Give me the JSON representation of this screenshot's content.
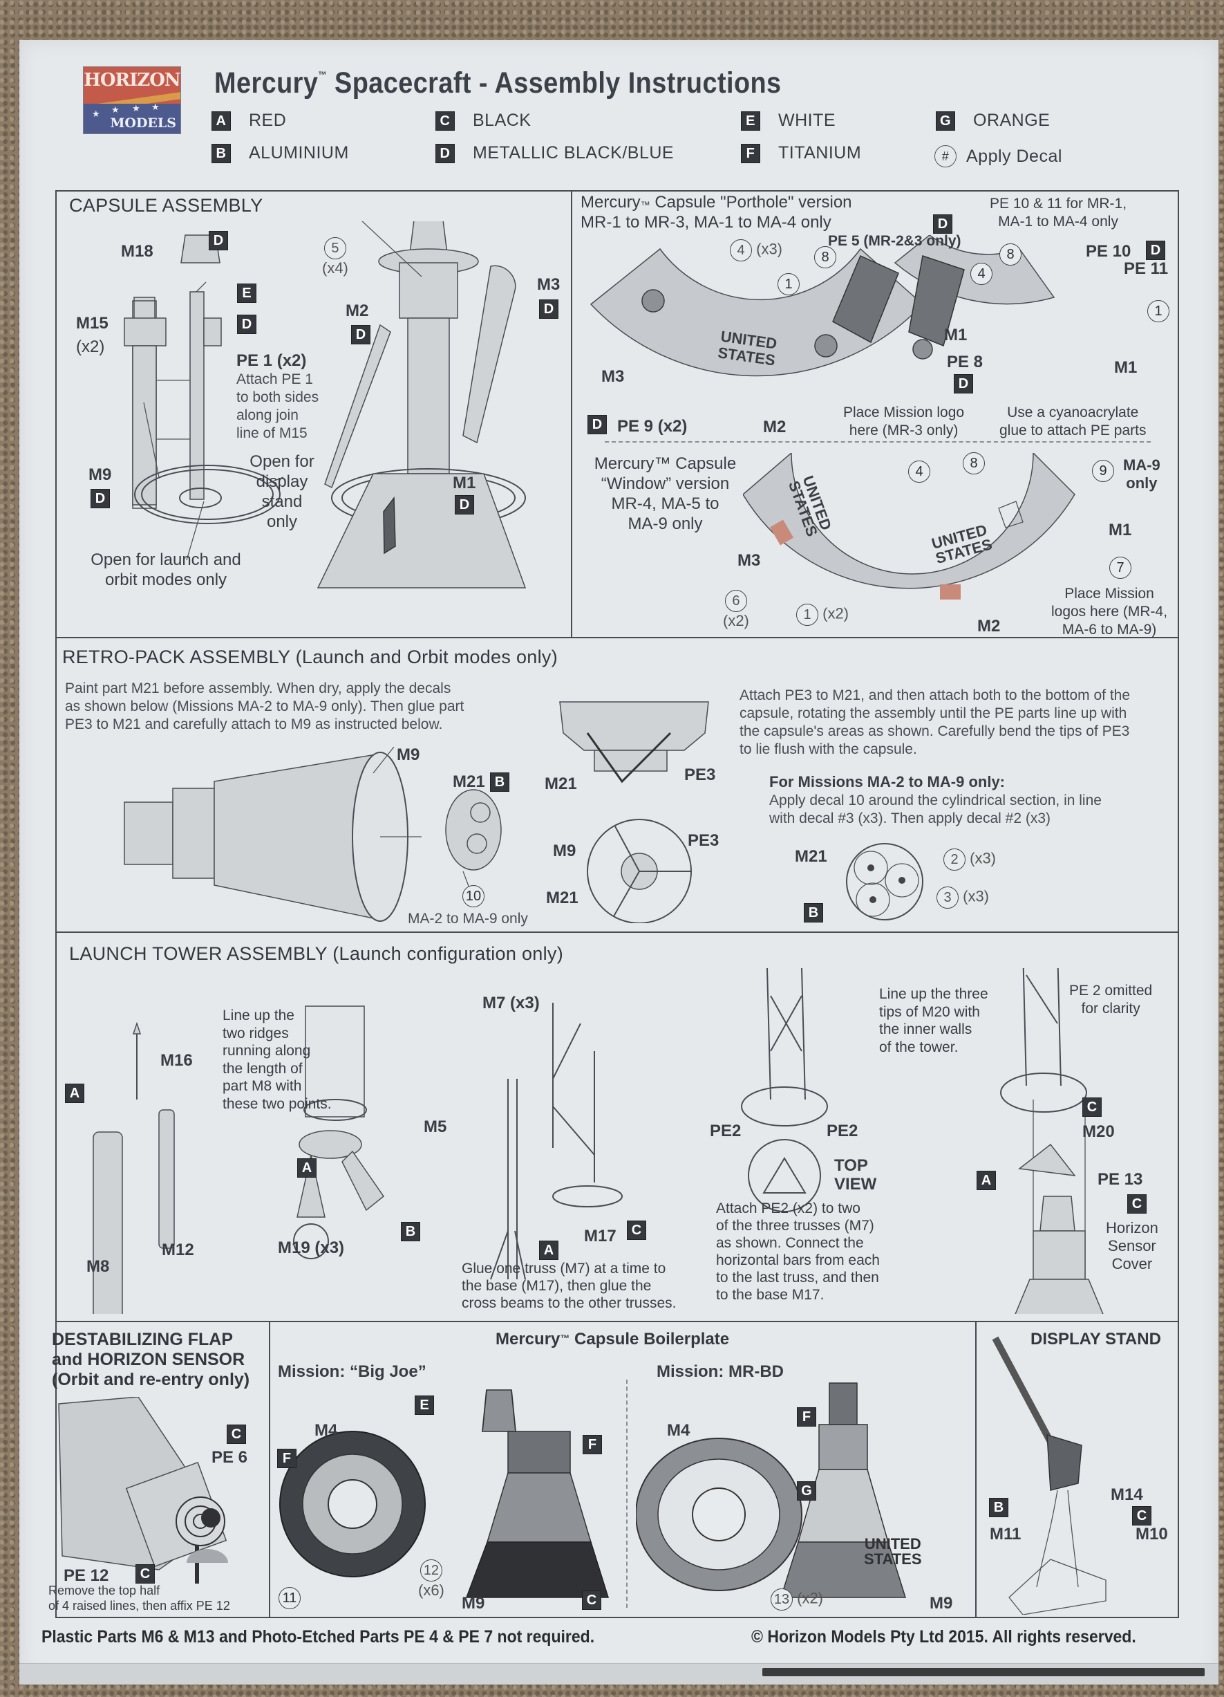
{
  "header": {
    "logo_top": "HORIZON",
    "logo_bottom": "MODELS",
    "title": "Mercury",
    "title_tm": "™",
    "title_rest": " Spacecraft - Assembly Instructions"
  },
  "legend": [
    {
      "key": "A",
      "label": "RED"
    },
    {
      "key": "B",
      "label": "ALUMINIUM"
    },
    {
      "key": "C",
      "label": "BLACK"
    },
    {
      "key": "D",
      "label": "METALLIC BLACK/BLUE"
    },
    {
      "key": "E",
      "label": "WHITE"
    },
    {
      "key": "F",
      "label": "TITANIUM"
    },
    {
      "key": "G",
      "label": "ORANGE"
    },
    {
      "key": "#",
      "label": "Apply Decal"
    }
  ],
  "capsule_assembly": {
    "heading": "CAPSULE ASSEMBLY",
    "m18": "M18",
    "m18_key": "D",
    "m15": "M15",
    "m15_qty": "(x2)",
    "key_e": "E",
    "key_d": "D",
    "pe1": "PE 1 (x2)",
    "pe1_note": [
      "Attach PE 1",
      "to both sides",
      "along join",
      "line of M15"
    ],
    "decal5": "5",
    "decal5_qty": "(x4)",
    "m2": "M2",
    "m2_key": "D",
    "m3": "M3",
    "m3_key": "D",
    "m9": "M9",
    "m9_key": "D",
    "m1": "M1",
    "m1_key": "D",
    "display_note": [
      "Open for",
      "display",
      "stand",
      "only"
    ],
    "launch_note": [
      "Open for launch and",
      "orbit modes only"
    ]
  },
  "porthole": {
    "heading_a": "Mercury",
    "heading_tm": "™",
    "heading_b": "  Capsule \"Porthole\" version",
    "heading_line2": "MR-1 to MR-3, MA-1 to MA-4 only",
    "key": "D",
    "decal4": "4",
    "decal4_qty": "(x3)",
    "decal8": "8",
    "pe5": "PE 5 (MR-2&3 only)",
    "decal1": "1",
    "us_text_1": "UNITED",
    "us_text_2": "STATES",
    "m1": "M1",
    "m3": "M3",
    "m2": "M2",
    "pe8": "PE 8",
    "pe8_key": "D",
    "pe9_key": "D",
    "pe9": "PE 9 (x2)",
    "logo_note": [
      "Place Mission logo",
      "here (MR-3 only)"
    ],
    "side_heading": [
      "PE 10 & 11 for MR-1,",
      "MA-1 to MA-4 only"
    ],
    "side_decal8": "8",
    "side_decal4": "4",
    "side_decal1": "1",
    "pe10": "PE 10",
    "pe10_key": "D",
    "pe11": "PE 11",
    "side_m1": "M1",
    "glue_note": [
      "Use a cyanoacrylate",
      "glue to attach PE parts"
    ]
  },
  "window": {
    "heading": [
      "Mercury™ Capsule",
      "“Window” version",
      "MR-4, MA-5 to",
      "MA-9 only"
    ],
    "decal4": "4",
    "decal8": "8",
    "decal9": "9",
    "decal9_note": [
      "MA-9",
      "only"
    ],
    "m1": "M1",
    "m3": "M3",
    "m2": "M2",
    "decal6": "6",
    "decal6_qty": "(x2)",
    "decal1": "1",
    "decal1_qty": "(x2)",
    "decal7": "7",
    "us_text_1": "UNITED",
    "us_text_2": "STATES",
    "logo_note": [
      "Place Mission",
      "logos here (MR-4,",
      "MA-6 to MA-9)"
    ]
  },
  "retro_pack": {
    "heading": "RETRO-PACK ASSEMBLY (Launch and Orbit modes only)",
    "intro": [
      "Paint part M21 before assembly. When dry, apply the decals",
      "as shown below (Missions MA-2 to MA-9 only). Then glue part",
      "PE3 to M21 and carefully attach to M9 as instructed below."
    ],
    "m9": "M9",
    "m21": "M21",
    "m21_key": "B",
    "decal10": "10",
    "decal10_note": "MA-2 to MA-9 only",
    "side_m21": "M21",
    "side_pe3": "PE3",
    "top_m9": "M9",
    "top_pe3": "PE3",
    "top_m21": "M21",
    "attach_note": [
      "Attach PE3 to M21, and then attach both to the bottom of the",
      "capsule, rotating the assembly until the PE parts line up with",
      "the capsule's areas as shown. Carefully bend the tips of PE3",
      "to lie flush with the capsule."
    ],
    "missions_heading": "For Missions MA-2 to MA-9 only:",
    "missions_note": [
      "Apply decal 10 around the cylindrical section, in line",
      "with decal #3 (x3). Then apply decal #2 (x3)"
    ],
    "bottom_m21": "M21",
    "bottom_key": "B",
    "decal2": "2",
    "decal2_qty": "(x3)",
    "decal3": "3",
    "decal3_qty": "(x3)"
  },
  "launch_tower": {
    "heading": "LAUNCH TOWER ASSEMBLY (Launch configuration only)",
    "m16": "M16",
    "key_a1": "A",
    "m8": "M8",
    "m12": "M12",
    "ridges_note": [
      "Line up the",
      "two ridges",
      "running along",
      "the length of",
      "part M8 with",
      "these two points."
    ],
    "m5": "M5",
    "key_a2": "A",
    "key_b": "B",
    "m19": "M19 (x3)",
    "m7": "M7 (x3)",
    "key_a3": "A",
    "m17": "M17",
    "m17_key": "C",
    "truss_note": [
      "Glue one truss (M7) at a time to",
      "the base (M17), then glue the",
      "cross beams to the other trusses."
    ],
    "pe2_left": "PE2",
    "pe2_right": "PE2",
    "top_view": [
      "TOP",
      "VIEW"
    ],
    "pe2_note": [
      "Attach PE2 (x2) to two",
      "of the three trusses (M7)",
      "as shown. Connect the",
      "horizontal bars from each",
      "to the last truss, and then",
      "to the base M17."
    ],
    "tips_note": [
      "Line up the three",
      "tips of M20 with",
      "the inner walls",
      "of the tower."
    ],
    "pe2_omitted": [
      "PE 2 omitted",
      "for clarity"
    ],
    "m20_key": "C",
    "m20": "M20",
    "key_a4": "A",
    "pe13": "PE 13",
    "pe13_key": "C",
    "sensor_note": [
      "Horizon",
      "Sensor",
      "Cover"
    ]
  },
  "destabilizing": {
    "heading": [
      "DESTABILIZING FLAP",
      "and HORIZON SENSOR",
      "(Orbit and re-entry only)"
    ],
    "pe6_key": "C",
    "pe6": "PE 6",
    "pe12": "PE 12",
    "pe12_key": "C",
    "note": [
      "Remove the top half",
      "of 4 raised lines, then affix PE 12"
    ]
  },
  "boilerplate": {
    "heading_a": "Mercury",
    "heading_tm": "™",
    "heading_b": " Capsule Boilerplate",
    "big_joe": {
      "title": "Mission: “Big Joe”",
      "m4": "M4",
      "key_f1": "F",
      "key_e": "E",
      "key_f2": "F",
      "decal11": "11",
      "decal12": "12",
      "decal12_qty": "(x6)",
      "m9": "M9",
      "key_c": "C"
    },
    "mr_bd": {
      "title": "Mission: MR-BD",
      "m4": "M4",
      "key_f": "F",
      "key_g": "G",
      "decal13": "13",
      "decal13_qty": "(x2)",
      "m9": "M9",
      "us_text_1": "UNITED",
      "us_text_2": "STATES"
    }
  },
  "display_stand": {
    "heading": "DISPLAY STAND",
    "key_b": "B",
    "m11": "M11",
    "m14": "M14",
    "key_c": "C",
    "m10": "M10"
  },
  "footer": {
    "left": "Plastic Parts M6 & M13 and Photo-Etched Parts PE 4 & PE 7 not required.",
    "right": "© Horizon Models Pty Ltd 2015. All rights reserved."
  }
}
